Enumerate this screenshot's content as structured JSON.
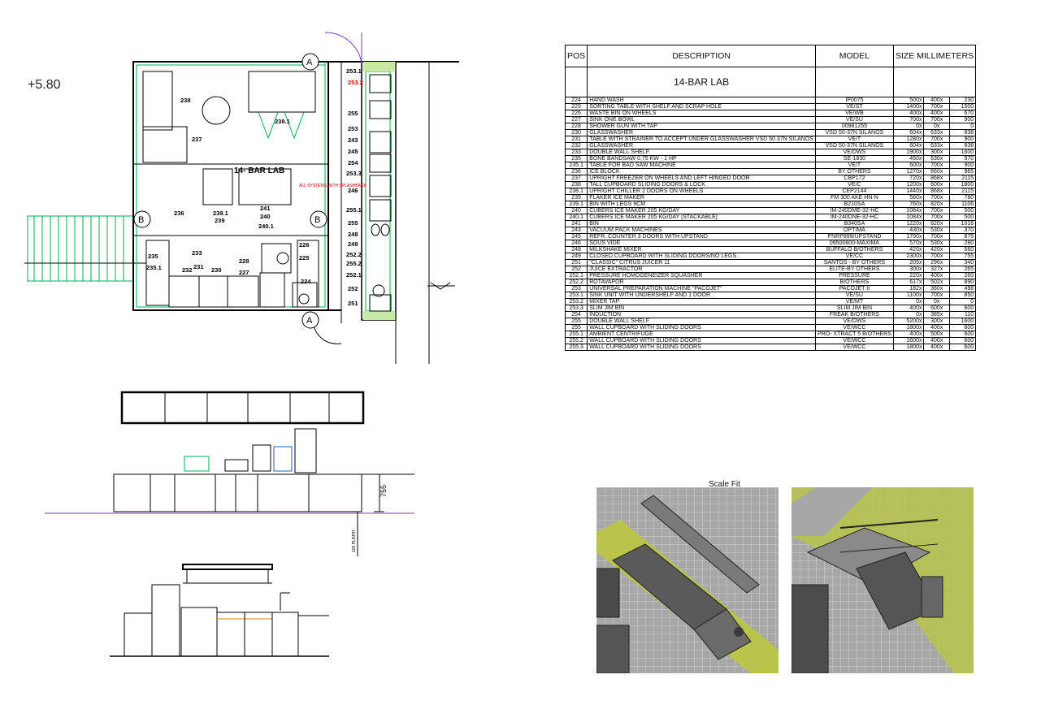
{
  "level_label": "+5.80",
  "plan": {
    "room_label": "14- BAR LAB",
    "note": "ALL SYSTEMS WITH SPLASHBACK",
    "section_marks": [
      "A",
      "A",
      "B",
      "B"
    ],
    "tags": [
      "253.1",
      "253.2",
      "255",
      "253",
      "243",
      "245",
      "254",
      "253.3",
      "246",
      "255.1",
      "255",
      "248",
      "249",
      "252.2",
      "255.2",
      "252.1",
      "252",
      "251",
      "238",
      "238.1",
      "237",
      "236",
      "239.1",
      "239",
      "241",
      "240",
      "240.1",
      "226",
      "225",
      "235",
      "235.1",
      "233",
      "232",
      "231",
      "230",
      "228",
      "227",
      "224"
    ],
    "highlight_color": "#e00000",
    "wall_color": "#00b050"
  },
  "elevation": {
    "dimension": "755",
    "plinth_note": "100 PLINTH"
  },
  "schedule": {
    "headers": {
      "pos": "POS",
      "description": "DESCRIPTION",
      "model": "MODEL",
      "size": "SIZE MILLIMETERS"
    },
    "section_title": "14-BAR LAB",
    "rows": [
      [
        "224",
        "HAND WASH",
        "IP0075",
        "500x",
        "400x",
        "230"
      ],
      [
        "225",
        "SORTING TABLE WITH SHELF AND SCRAP HOLE",
        "VE/ST",
        "1400x",
        "700x",
        "1500"
      ],
      [
        "226",
        "WASTE BIN ON WHEELS",
        "VE/WB",
        "400x",
        "400x",
        "670"
      ],
      [
        "227",
        "SINK ONE BOWL",
        "VE/SU",
        "700x",
        "700x",
        "900"
      ],
      [
        "228",
        "SHOWER GUN WITH TAP",
        "00981255",
        "0x",
        "0x",
        "0"
      ],
      [
        "230",
        "GLASSWASHER",
        "VSD 50-37N SILANOS",
        "604x",
        "633x",
        "838"
      ],
      [
        "231",
        "TABLE WITH STRAINER TO ACCEPT UNDER GLASSWASHER VSD 50 37N SILANOS",
        "VE/T",
        "1280x",
        "700x",
        "900"
      ],
      [
        "232",
        "GLASSWASHER",
        "VSD 50-37N SILANOS",
        "604x",
        "633x",
        "838"
      ],
      [
        "233",
        "DOUBLE WALL SHELF",
        "VE/DWS",
        "1900x",
        "300x",
        "1600"
      ],
      [
        "235",
        "BONE BANDSAW 0,75 KW - 1 HP",
        "SE-1830",
        "450x",
        "630x",
        "970"
      ],
      [
        "235.1",
        "TABLE FOR BAD SAW MACHINE",
        "VE/T",
        "600x",
        "700x",
        "900"
      ],
      [
        "236",
        "ICE BLOCK",
        "BY OTHERS",
        "1270x",
        "660x",
        "965"
      ],
      [
        "237",
        "UPRIGHT FREEZER ON WHEELS AND LEFT HINGED DOOR",
        "CBP172",
        "720x",
        "868x",
        "2115"
      ],
      [
        "238",
        "TALL CUPBOARD SLIDING DOORS  & LOCK",
        "VE/C",
        "1200x",
        "600x",
        "1800"
      ],
      [
        "238.1",
        "UPRIGHT CHILLER 2 DOORS ON WHEELS",
        "CEP2144",
        "1440x",
        "868x",
        "2115"
      ],
      [
        "239",
        "FLAKER ICE MAKER",
        "FM 300 AKE HN-N",
        "560x",
        "700x",
        "780"
      ],
      [
        "239.1",
        "BIN WITH LEGS 9CM",
        "B210SA",
        "760x",
        "820x",
        "1106"
      ],
      [
        "240",
        "CUBERS ICE MAKER 205 KG/DAY",
        "IM-240DME-32-HC",
        "1084x",
        "700x",
        "500"
      ],
      [
        "240.1",
        "CUBERS ICE MAKER 205 KG/DAY [STACKABLE]",
        "IM-240DNE-32-HC",
        "1084x",
        "700x",
        "500"
      ],
      [
        "241",
        "BIN",
        "B340SA",
        "1220x",
        "820x",
        "1016"
      ],
      [
        "243",
        "VACUUM PACK MACHINES",
        "OPTIMA",
        "430x",
        "530x",
        "370"
      ],
      [
        "245",
        "REFR. COUNTER 3 DOORS WITH UPSTAND",
        "PNRP999/UPSTAND",
        "1790x",
        "700x",
        "875"
      ],
      [
        "246",
        "SOUS VIDE",
        "09500800-MAXIMA",
        "570x",
        "530x",
        "280"
      ],
      [
        "248",
        "MILKSHAKE MIXER",
        "BUFFALO B/OTHERS",
        "420x",
        "420x",
        "560"
      ],
      [
        "249",
        "CLOSED CUPBOARD WITH SLIDING DOORS/NO LEGS",
        "VE/CC",
        "2300x",
        "700x",
        "755"
      ],
      [
        "251",
        "\"CLASSIC\" CITRUS JUICER 11",
        "SANTOS - BY OTHERS",
        "205x",
        "296x",
        "340"
      ],
      [
        "252",
        "JUICE EXTRACTOR",
        "ELITE-BY OTHERS",
        "300x",
        "327x",
        "265"
      ],
      [
        "252.1",
        "PRESSURE HOMOGENEIZER SQUASHER",
        "PRESSURE",
        "220x",
        "400x",
        "260"
      ],
      [
        "252.2",
        "ROTAVAPOR",
        "B/OTHERS",
        "617x",
        "502x",
        "890"
      ],
      [
        "253",
        "UNIVERSAL PREPARATION MACHINE \"PACOJET\"",
        "PACOJET II",
        "182x",
        "360x",
        "498"
      ],
      [
        "253.1",
        "SINK UNIT WITH UNDERSHELF AND 1 DOOR",
        "VE/SU",
        "1100x",
        "700x",
        "850"
      ],
      [
        "253.2",
        "MIXER TAP",
        "VE/MT",
        "0x",
        "0x",
        "0"
      ],
      [
        "253.3",
        "SLIM JIM BIN",
        "SLIM JIM BIN",
        "400x",
        "600x",
        "600"
      ],
      [
        "254",
        "INDUCTION",
        "FREAK B/OTHERS",
        "0x",
        "385x",
        "110"
      ],
      [
        "255",
        "DOUBLE WALL SHELF",
        "VE/DWS",
        "5200x",
        "300x",
        "1600"
      ],
      [
        "255",
        "WALL CUPBOARD WITH SLIDING DOORS",
        "VE/WCC",
        "1800x",
        "400x",
        "600"
      ],
      [
        "255.1",
        "AMBIENT CENTRIFUGE",
        "PRO- XTRACT 5 B/OTHERS",
        "400x",
        "500x",
        "600"
      ],
      [
        "255.2",
        "WALL CUPBOARD WITH SLIDING DOORS",
        "VE/WCC",
        "1600x",
        "400x",
        "600"
      ],
      [
        "255.3",
        "WALL CUPBOARD WITH SLIDING DOORS",
        "VE/WCC",
        "1800x",
        "400x",
        "600"
      ]
    ]
  },
  "render": {
    "scale_label": "Scale Fit",
    "floor_color": "#a7a7a7",
    "accent_color": "#b8c44a"
  }
}
